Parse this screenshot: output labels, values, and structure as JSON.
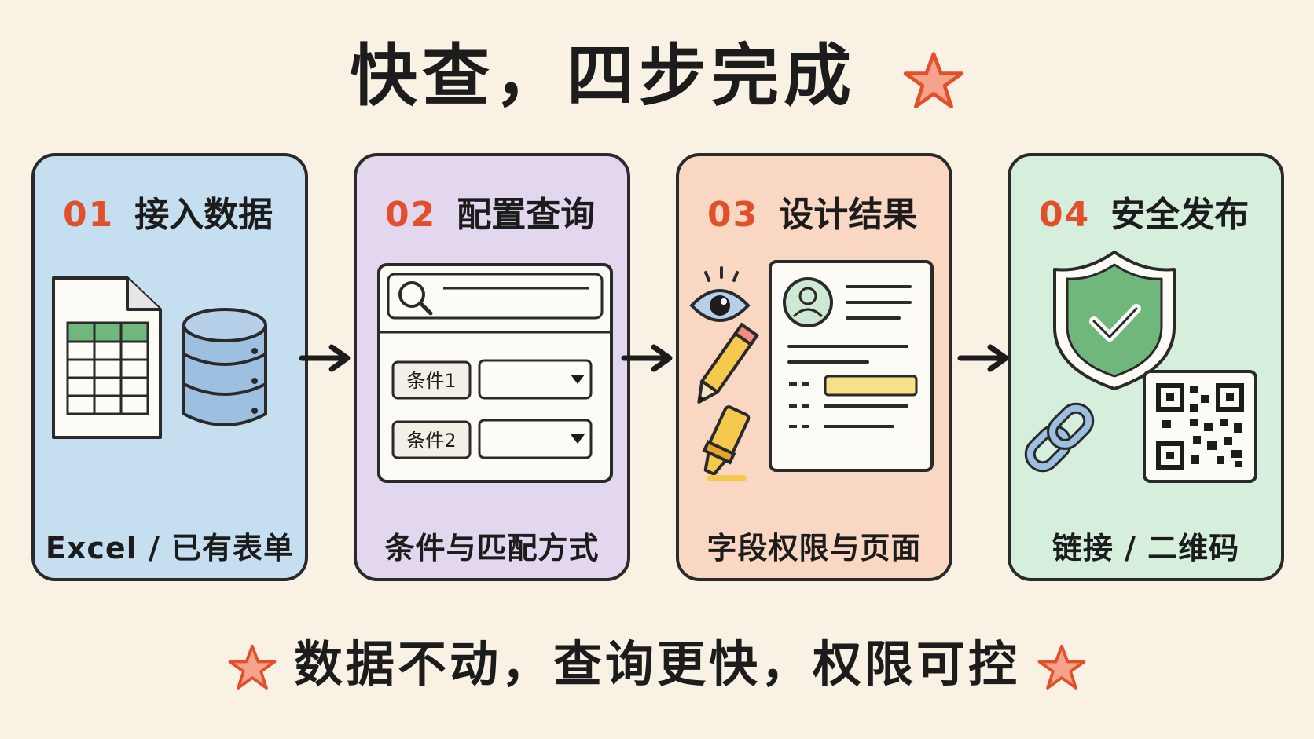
{
  "title": "快查，四步完成",
  "steps": [
    {
      "num": "01",
      "title": "接入数据",
      "caption": "Excel / 已有表单",
      "color": "#c5def0"
    },
    {
      "num": "02",
      "title": "配置查询",
      "caption": "条件与匹配方式",
      "color": "#e3d7ef",
      "conditions": [
        "条件1",
        "条件2"
      ]
    },
    {
      "num": "03",
      "title": "设计结果",
      "caption": "字段权限与页面",
      "color": "#f9d7c2"
    },
    {
      "num": "04",
      "title": "安全发布",
      "caption": "链接 / 二维码",
      "color": "#d6efdd"
    }
  ],
  "footer": "数据不动，查询更快，权限可控",
  "colors": {
    "accent": "#e0512b",
    "green": "#6fb77c",
    "blue": "#9dbfe0",
    "yellow": "#f4c94e"
  },
  "icons": [
    "star-icon",
    "spreadsheet-icon",
    "database-icon",
    "search-icon",
    "dropdown-icon",
    "eye-icon",
    "pencil-icon",
    "highlighter-icon",
    "profile-icon",
    "shield-check-icon",
    "link-icon",
    "qr-code-icon",
    "arrow-right-icon"
  ]
}
